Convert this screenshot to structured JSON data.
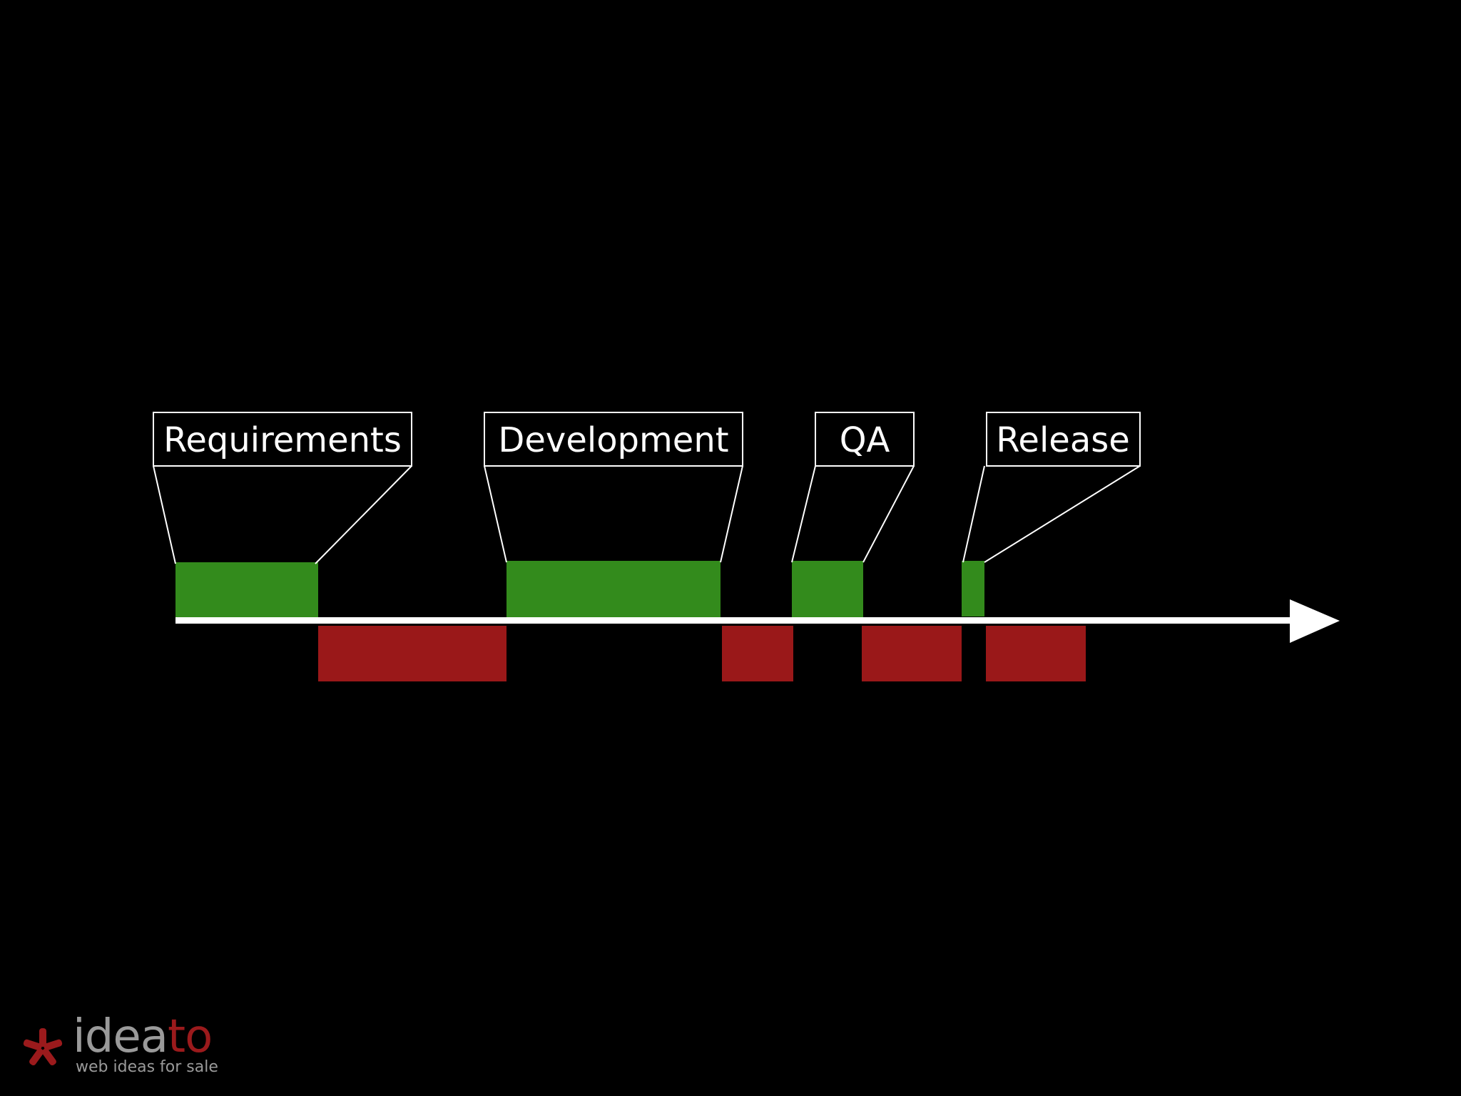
{
  "slide": {
    "background": "#000000",
    "colors": {
      "phase_bar": "#338b1c",
      "gap_bar": "#9a1819",
      "timeline": "#ffffff",
      "callout_border": "#ffffff"
    }
  },
  "phases": [
    {
      "label": "Requirements"
    },
    {
      "label": "Development"
    },
    {
      "label": "QA"
    },
    {
      "label": "Release"
    }
  ],
  "gap_count": 4,
  "timeline": {
    "arrow": "arrow-right-icon"
  },
  "logo": {
    "name_part1": "idea",
    "name_part2": "to",
    "tagline": "web ideas for sale",
    "mark_icon": "asterisk-icon"
  }
}
